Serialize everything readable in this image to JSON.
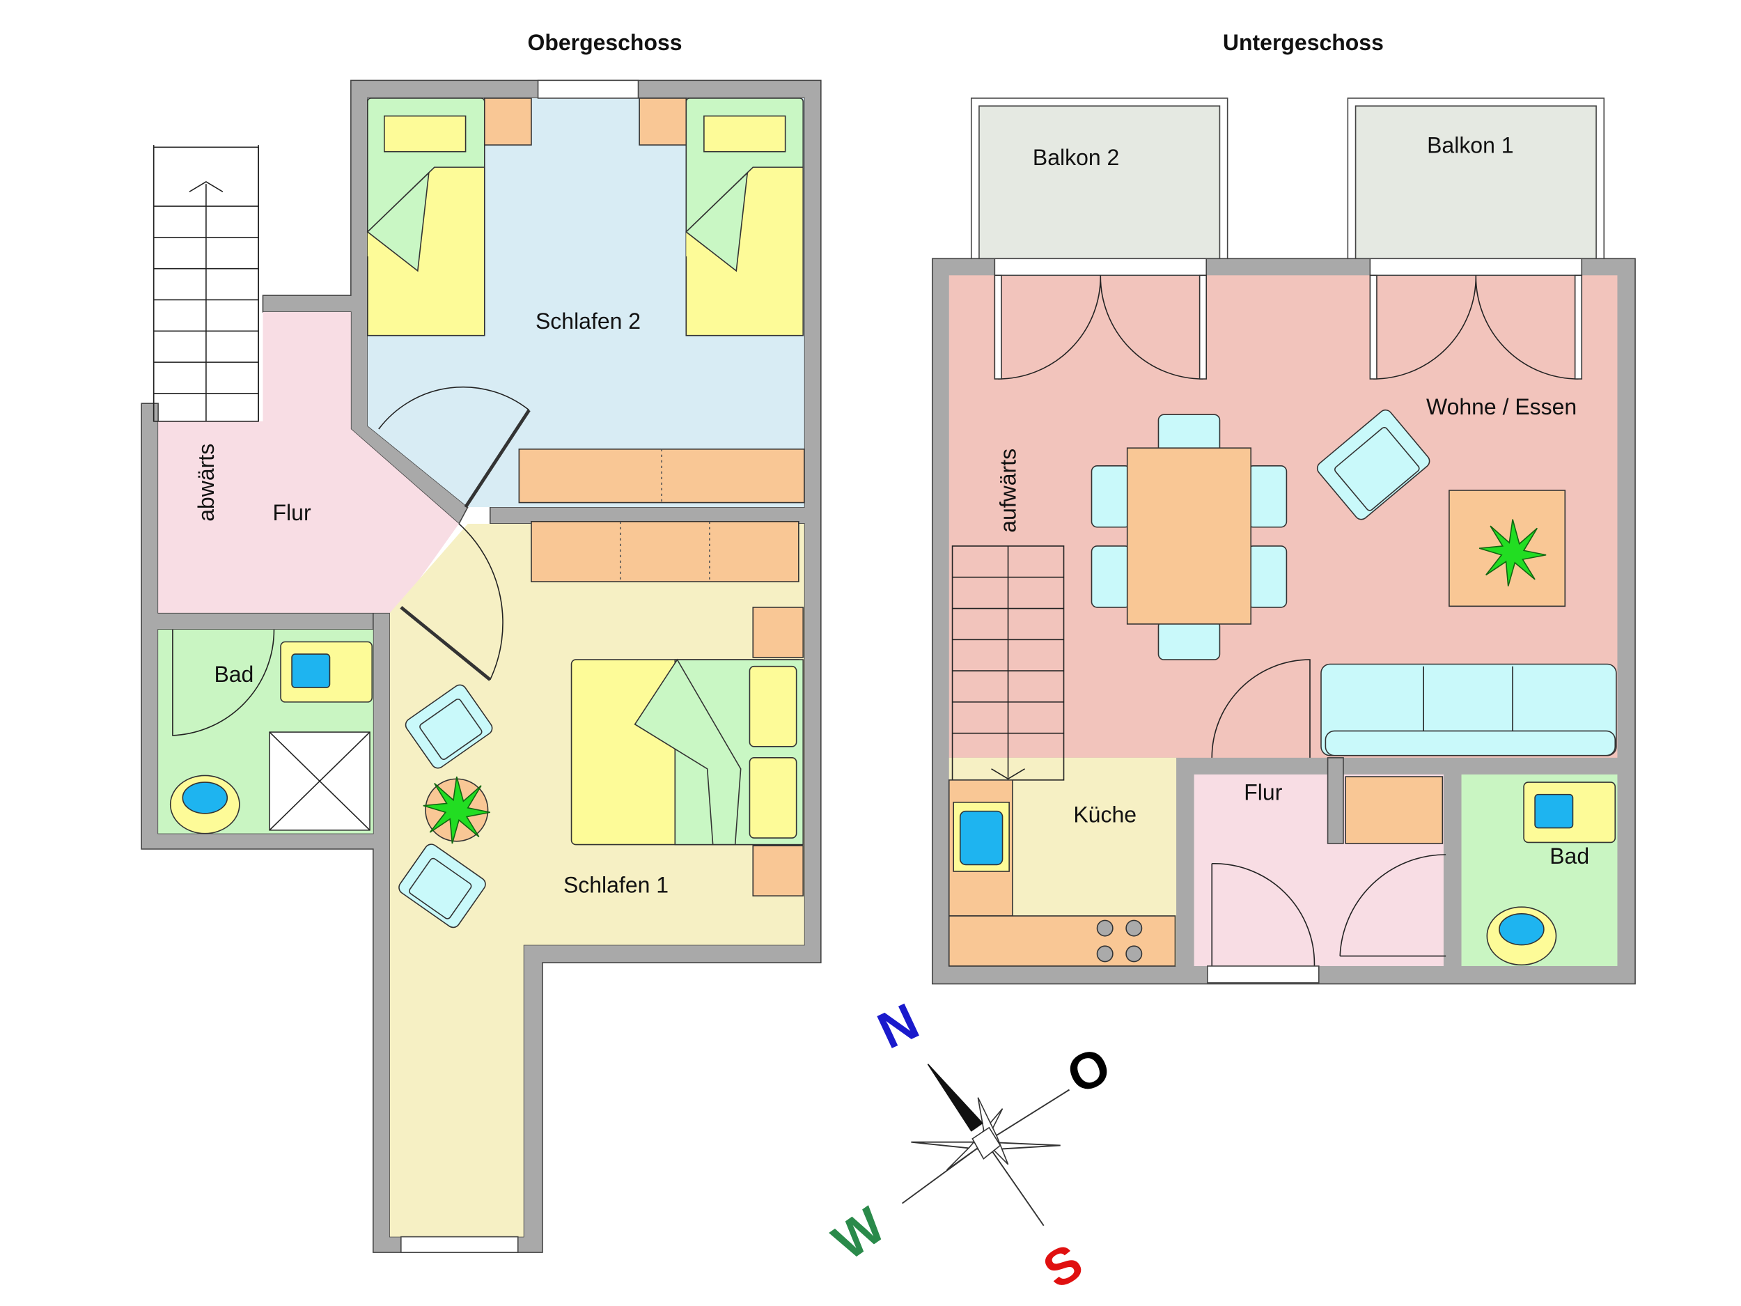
{
  "plans": {
    "upper": {
      "title": "Obergeschoss",
      "rooms": {
        "schlafen2": "Schlafen 2",
        "flur": "Flur",
        "bad": "Bad",
        "schlafen1": "Schlafen 1"
      },
      "stairs_label": "abwärts"
    },
    "lower": {
      "title": "Untergeschoss",
      "rooms": {
        "balkon2": "Balkon 2",
        "balkon1": "Balkon 1",
        "wohnen": "Wohne / Essen",
        "kueche": "Küche",
        "flur": "Flur",
        "bad": "Bad"
      },
      "stairs_label": "aufwärts"
    }
  },
  "compass": {
    "north": "N",
    "east": "O",
    "south": "S",
    "west": "W",
    "colors": {
      "north": "#1a1acc",
      "east": "#000000",
      "south": "#e01010",
      "west": "#2a8a4a"
    }
  },
  "colors": {
    "wall": "#a9a9a9",
    "schlafen2": "#d8ecf4",
    "flur": "#f8dde4",
    "schlafen1": "#f6f0c4",
    "bad": "#c9f5c2",
    "wohnen": "#f2c4bc",
    "kueche": "#f6f0c4",
    "balkon": "#e5e9e2"
  }
}
